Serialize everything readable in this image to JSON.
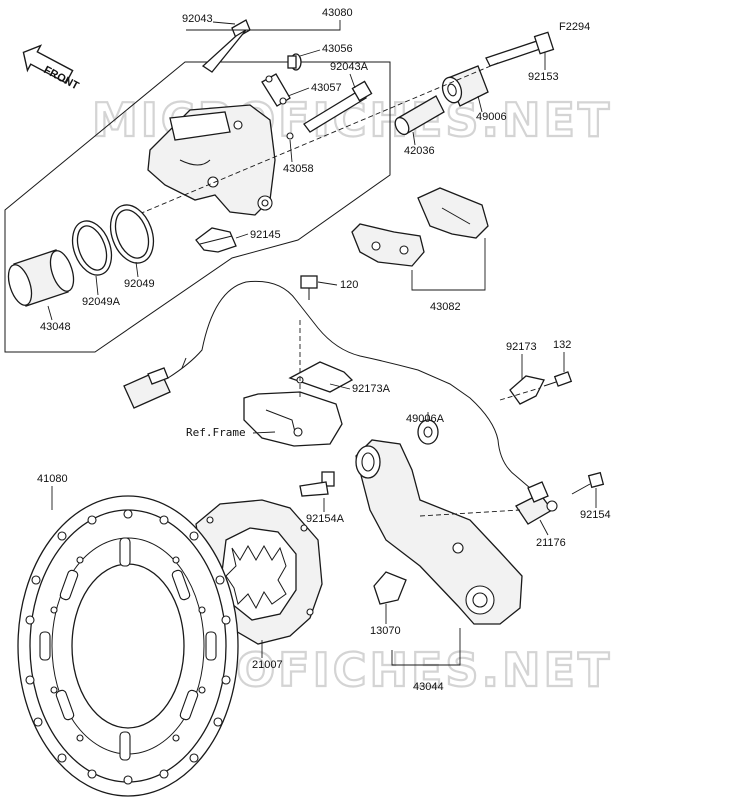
{
  "front_badge": "FRONT",
  "watermark": "MICROFICHES.NET",
  "ref_frame": "Ref.Frame",
  "labels": {
    "p92043": "92043",
    "p43080": "43080",
    "p43056": "43056",
    "pF2294": "F2294",
    "p92043A": "92043A",
    "p43057": "43057",
    "p92153": "92153",
    "p49006": "49006",
    "p42036": "42036",
    "p43058": "43058",
    "p92145": "92145",
    "p92049": "92049",
    "p92049A": "92049A",
    "p43048": "43048",
    "p43082": "43082",
    "p120": "120",
    "p92173": "92173",
    "p132": "132",
    "p92173A": "92173A",
    "p49006A": "49006A",
    "p41080": "41080",
    "p92154A": "92154A",
    "p92154": "92154",
    "p21176": "21176",
    "p21007": "21007",
    "p13070": "13070",
    "p43044": "43044"
  }
}
